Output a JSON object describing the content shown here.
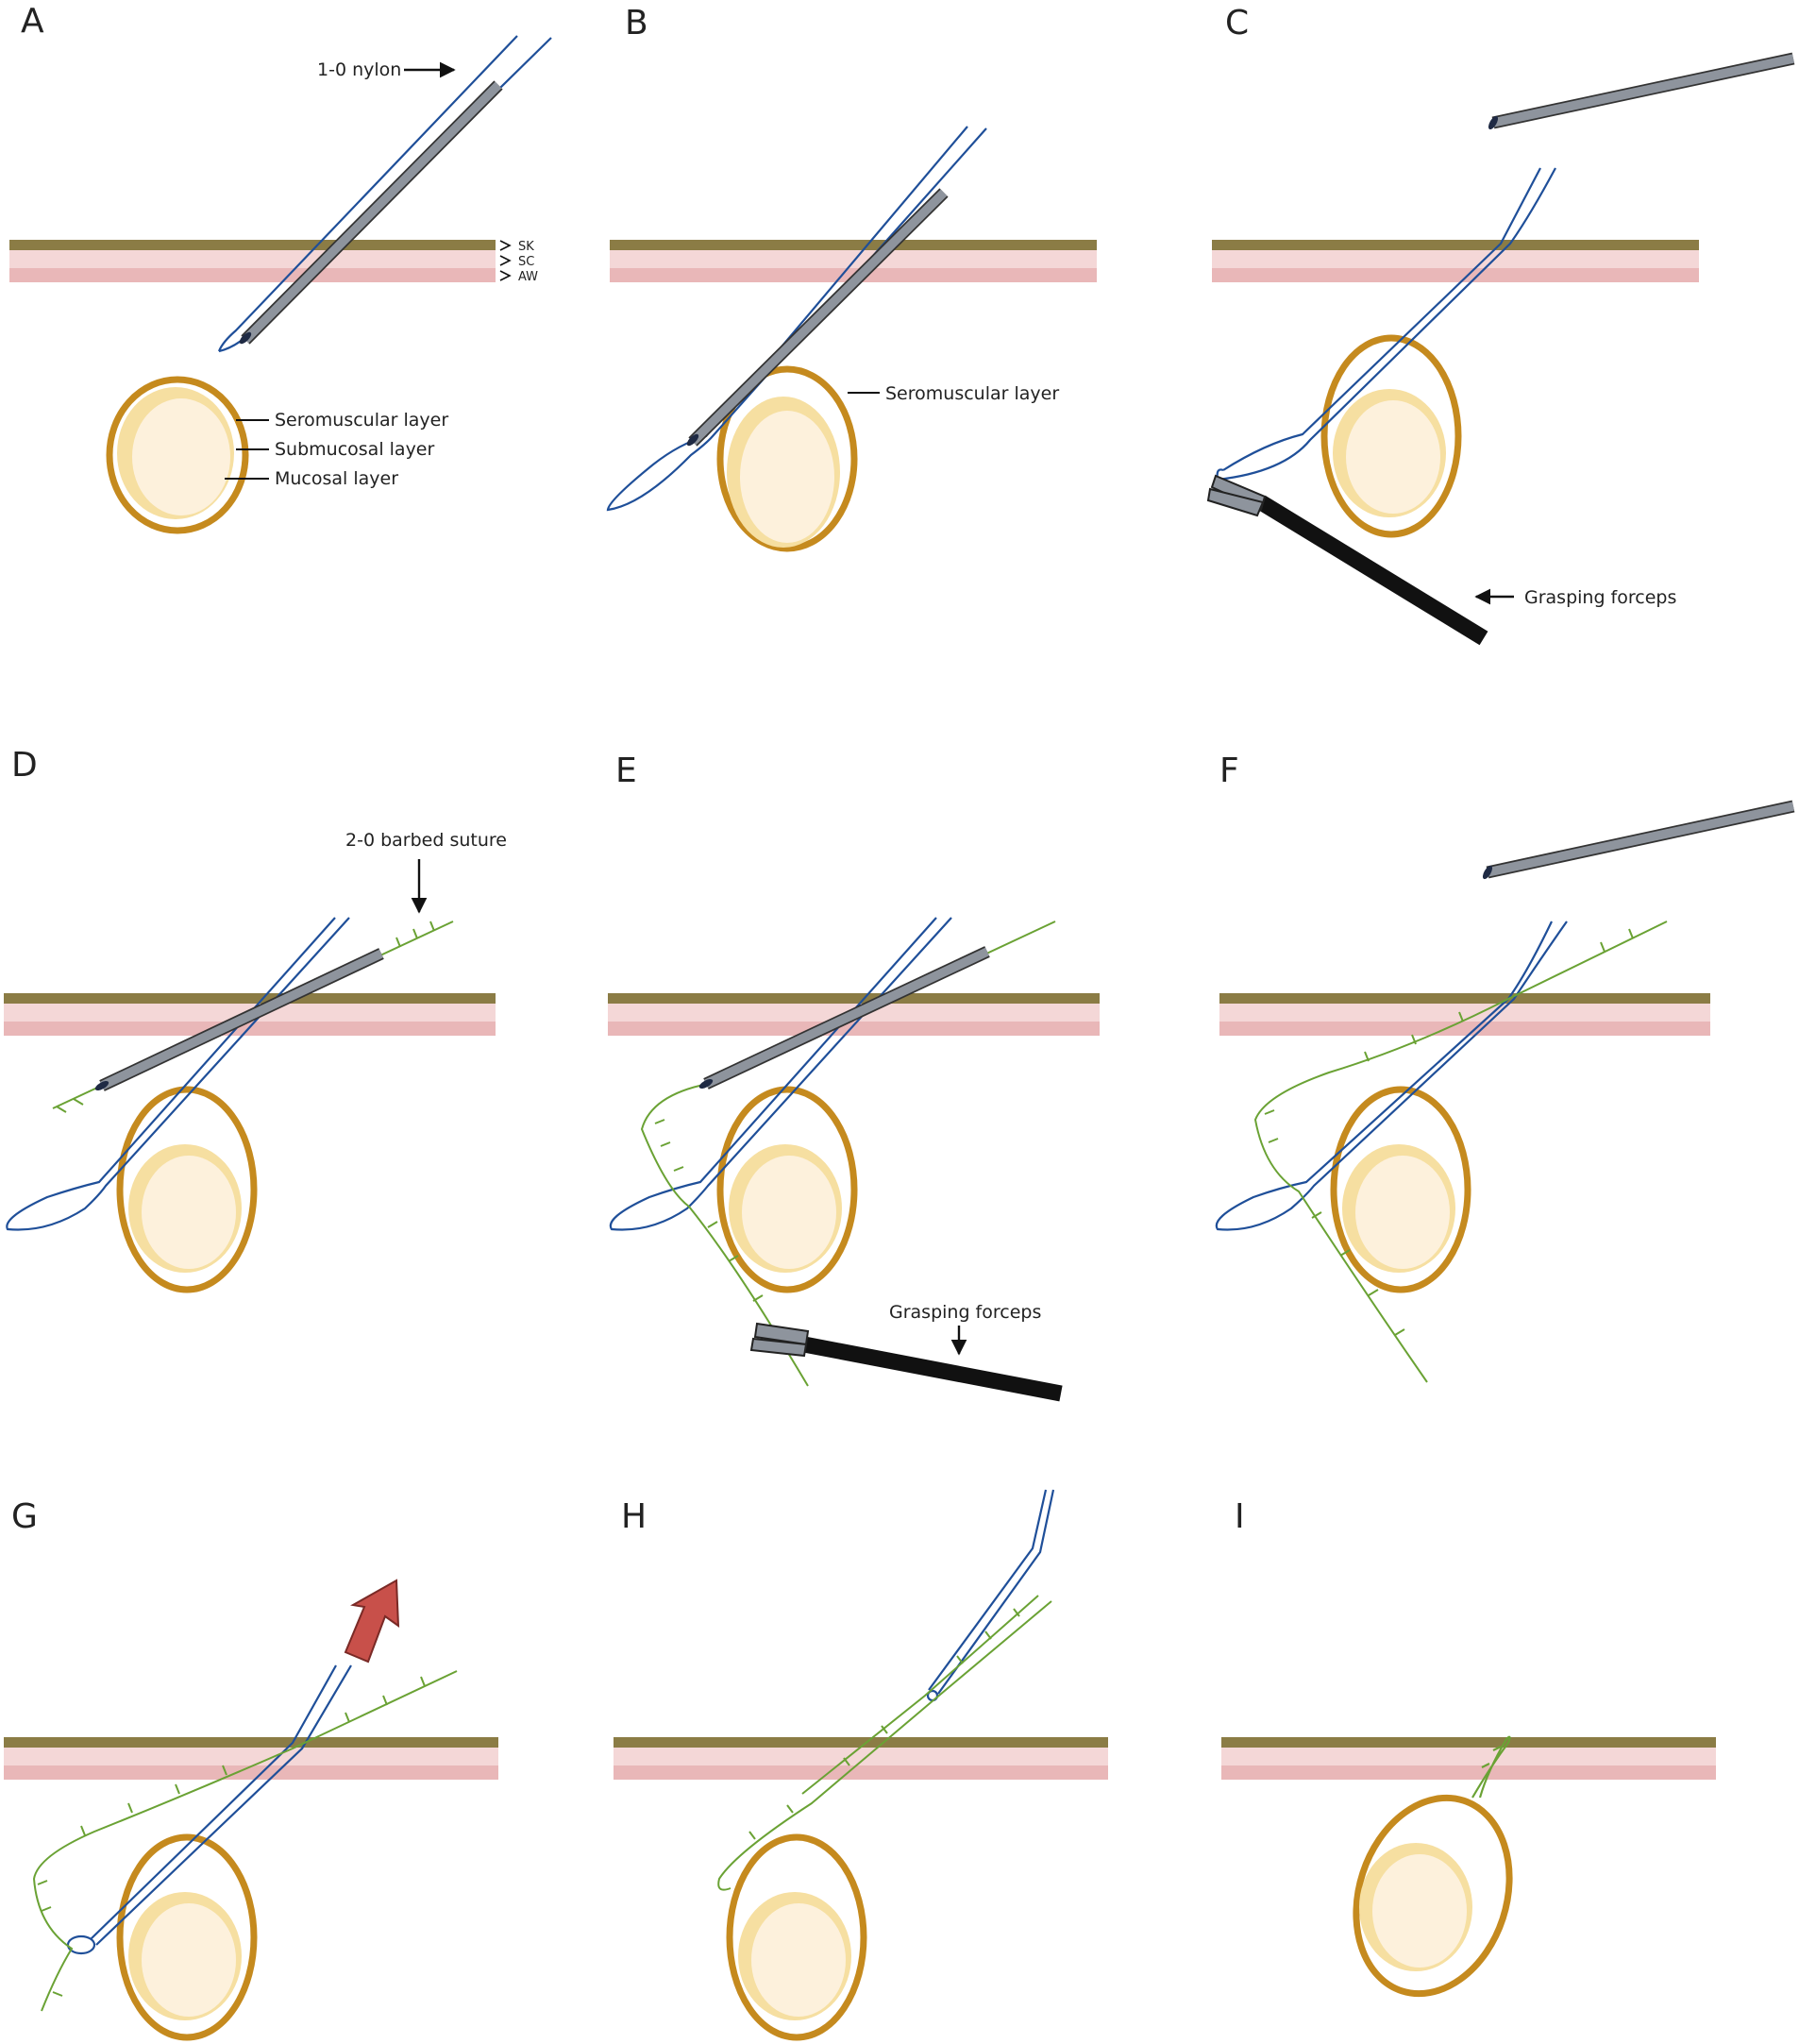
{
  "panels": [
    {
      "letter": "A"
    },
    {
      "letter": "B"
    },
    {
      "letter": "C"
    },
    {
      "letter": "D"
    },
    {
      "letter": "E"
    },
    {
      "letter": "F"
    },
    {
      "letter": "G"
    },
    {
      "letter": "H"
    },
    {
      "letter": "I"
    }
  ],
  "annotations": {
    "nylon": "1-0 nylon",
    "sk": "SK",
    "sc": "SC",
    "aw": "AW",
    "seromuscular": "Seromuscular layer",
    "submucosal": "Submucosal layer",
    "mucosal": "Mucosal layer",
    "forceps": "Grasping forceps",
    "barbed": "2-0 barbed suture"
  },
  "colors": {
    "skin": "#8b7c45",
    "subcutis": "#f4d7d7",
    "abdominal_wall": "#e9b7b8",
    "serosa": "#c58a1e",
    "submucosa": "#f6dfa1",
    "mucosa": "#fdf1dc",
    "nylon": "#1f4f99",
    "needle": "#8e949d",
    "forceps": "#111111",
    "barbed": "#6aa234",
    "pull_arrow": "#c8504a"
  }
}
